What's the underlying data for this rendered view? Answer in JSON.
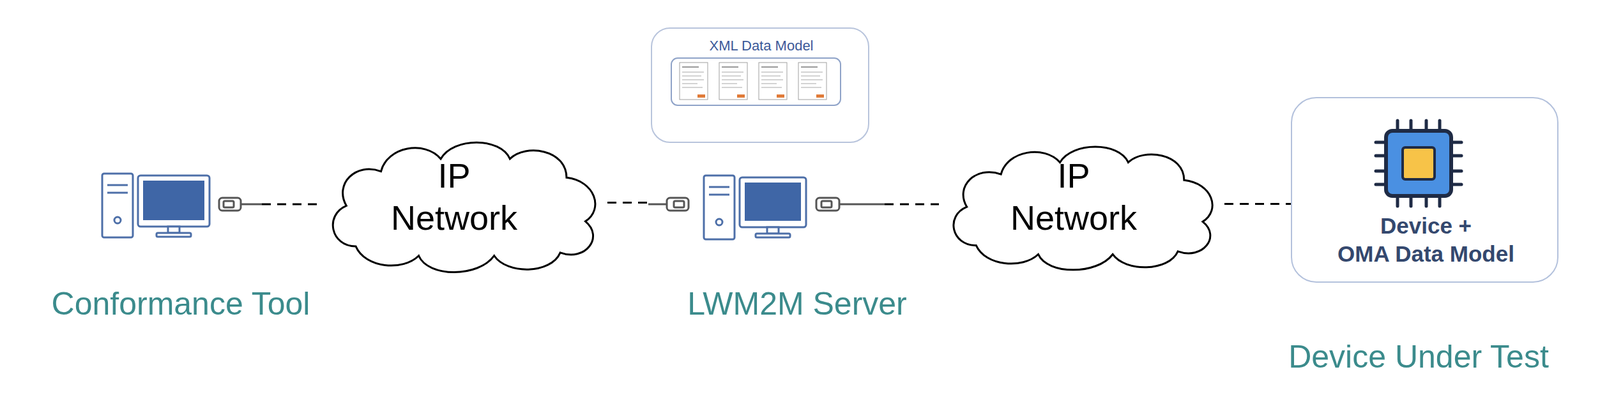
{
  "diagram": {
    "nodes": [
      {
        "text": [
          "Conformance Tool"
        ]
      },
      {
        "text": [
          "IP Network"
        ]
      },
      {
        "text": [
          "XML Data Model"
        ]
      },
      {
        "text": [
          "LWM2M Server"
        ]
      },
      {
        "text": [
          "IP Network"
        ]
      },
      {
        "text": [
          "Device +",
          "OMA Data Model",
          "Device Under Test"
        ]
      }
    ],
    "edges": [
      {
        "from": 0,
        "to": 1,
        "arrow": "none"
      },
      {
        "from": 1,
        "to": 3,
        "arrow": "none"
      },
      {
        "from": 3,
        "to": 4,
        "arrow": "none"
      },
      {
        "from": 4,
        "to": 5,
        "arrow": "none"
      }
    ]
  }
}
